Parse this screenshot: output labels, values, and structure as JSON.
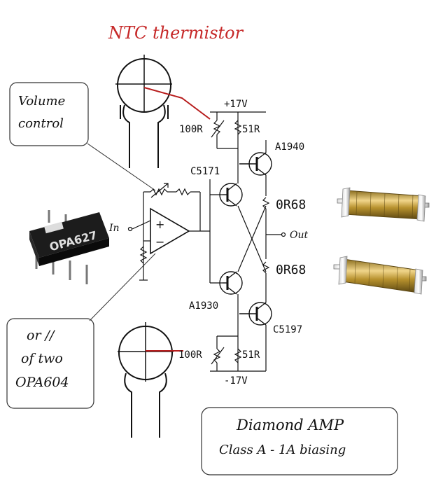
{
  "title": "NTC thermistor",
  "callouts": {
    "volume": [
      "Volume",
      "control"
    ],
    "opamp": [
      "or //",
      "of two",
      "OPA604"
    ],
    "footer": [
      "Diamond AMP",
      "Class A - 1A biasing"
    ]
  },
  "chip_label": "OPA627",
  "labels": {
    "vplus": "+17V",
    "vminus": "-17V",
    "pot_top": "100R",
    "pot_bottom": "100R",
    "r51_top": "51R",
    "r51_bottom": "51R",
    "q_c5171": "C5171",
    "q_a1940": "A1940",
    "q_a1930": "A1930",
    "q_c5197": "C5197",
    "emitter_top": "0R68",
    "emitter_bottom": "0R68",
    "input": "In",
    "output": "Out",
    "plus": "+",
    "minus": "−"
  },
  "colors": {
    "title": "#c62828",
    "ink": "#111111",
    "red_wire": "#b71c1c",
    "resistor_gold": "#b8922e"
  }
}
